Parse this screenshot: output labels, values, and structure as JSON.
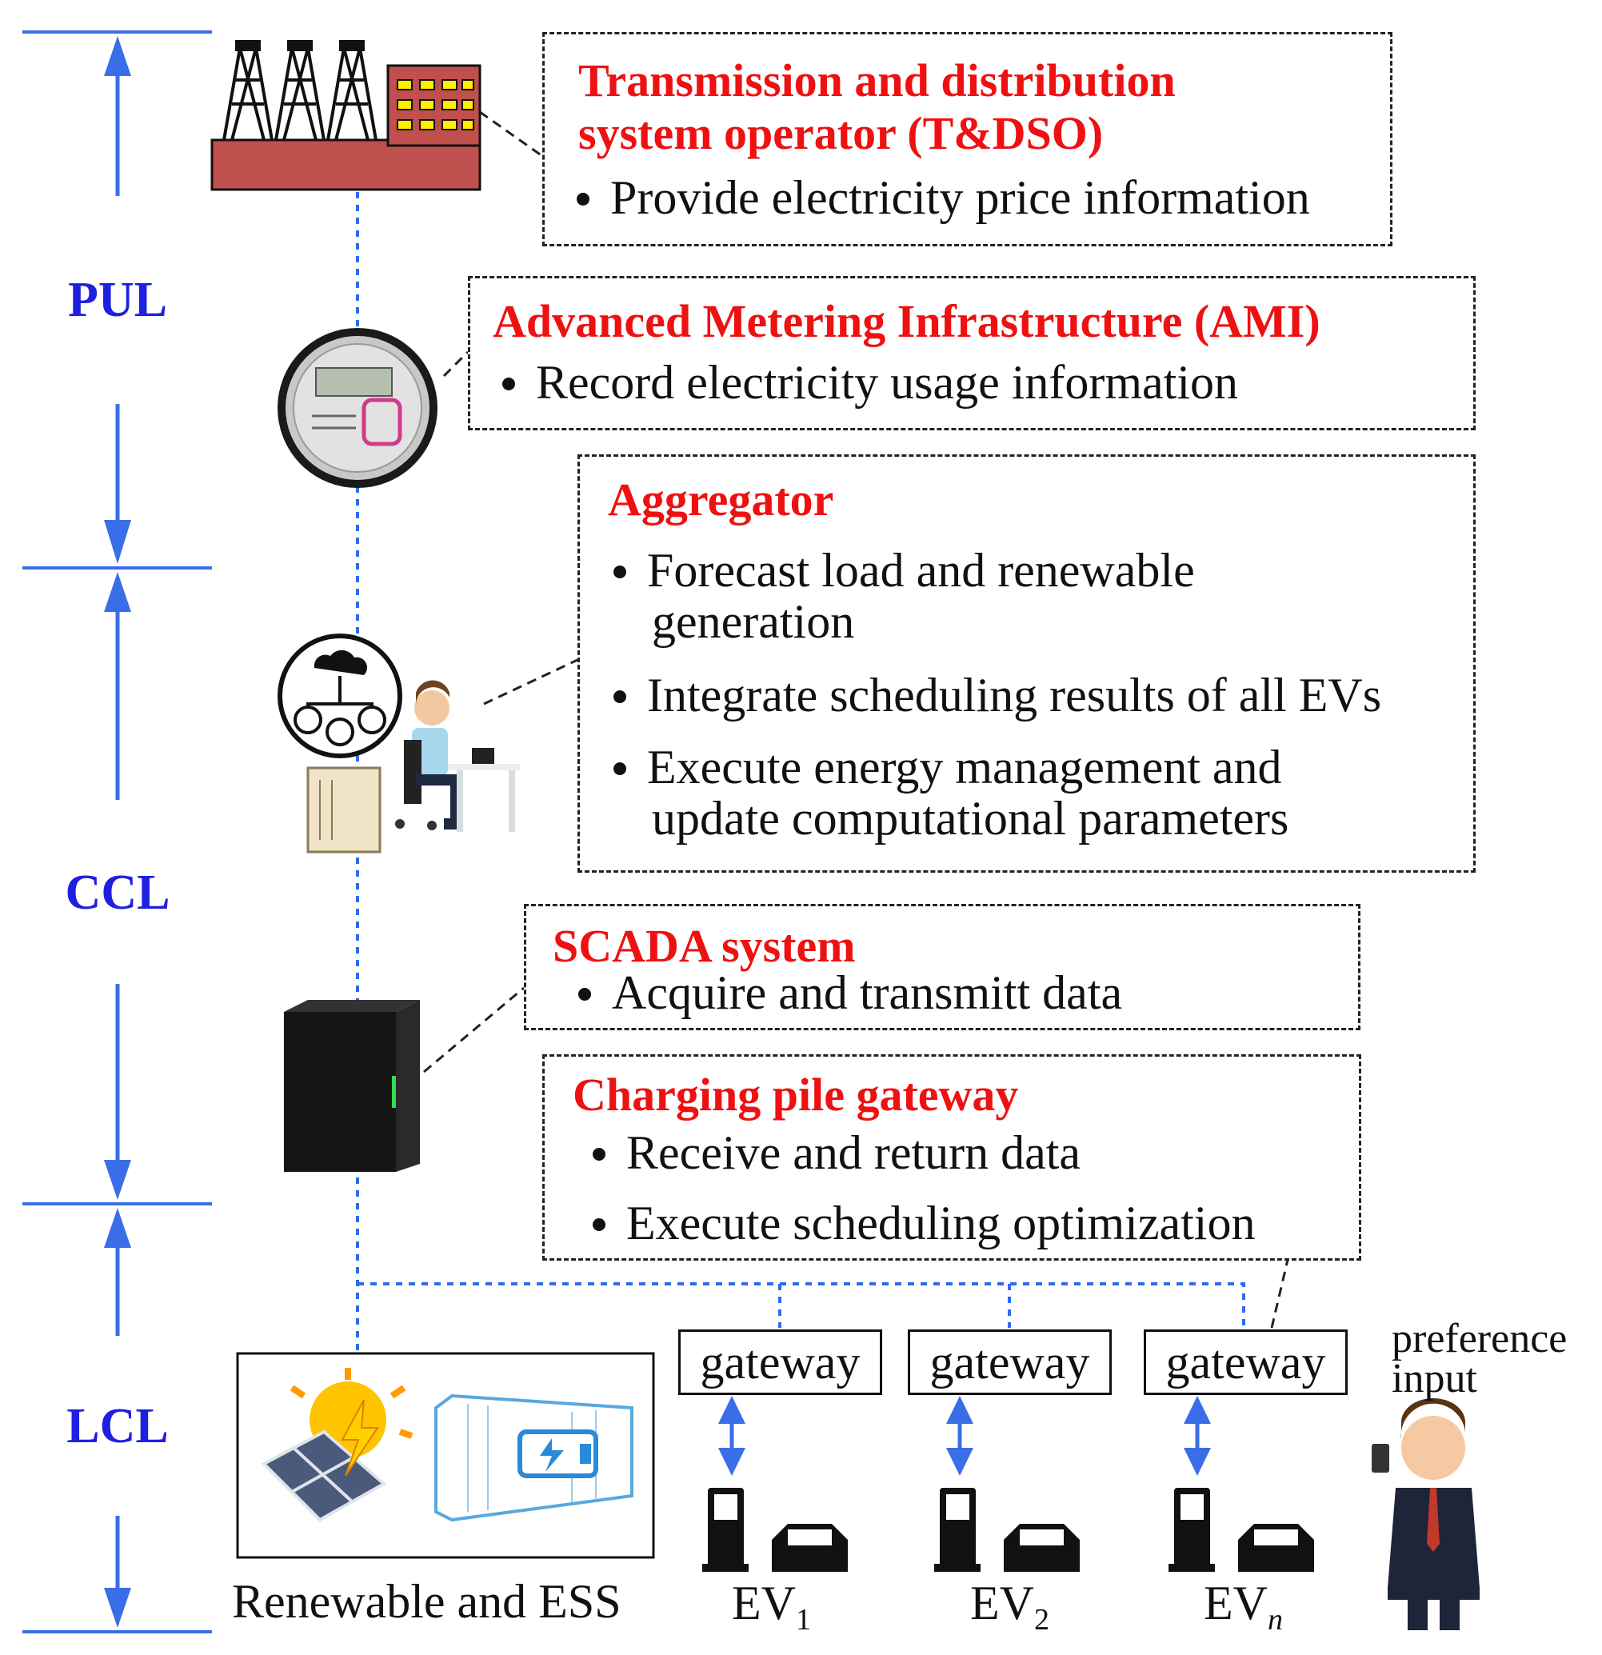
{
  "layers": {
    "pul": "PUL",
    "ccl": "CCL",
    "lcl": "LCL"
  },
  "boxes": {
    "tdso": {
      "title_line1": "Transmission and distribution",
      "title_line2": "system operator (T&DSO)",
      "bullets": [
        "Provide electricity price information"
      ]
    },
    "ami": {
      "title": "Advanced Metering Infrastructure (AMI)",
      "bullets": [
        "Record electricity usage information"
      ]
    },
    "aggregator": {
      "title": "Aggregator",
      "bullet1_line1": "Forecast load and renewable",
      "bullet1_line2": "generation",
      "bullet2": "Integrate scheduling results of all EVs",
      "bullet3_line1": "Execute energy management and",
      "bullet3_line2": "update computational parameters"
    },
    "scada": {
      "title": "SCADA system",
      "bullets": [
        "Acquire and transmitt data"
      ]
    },
    "gateway_box": {
      "title": "Charging pile gateway",
      "bullets": [
        "Receive and return data",
        "Execute scheduling optimization"
      ]
    }
  },
  "gateways": [
    "gateway",
    "gateway",
    "gateway"
  ],
  "ev_labels": [
    {
      "base": "EV",
      "sub": "1"
    },
    {
      "base": "EV",
      "sub": "2"
    },
    {
      "base": "EV",
      "sub": "n"
    }
  ],
  "renewable_caption": "Renewable and ESS",
  "preference_line1": "preference",
  "preference_line2": "input",
  "colors": {
    "layer_text": "#1f1fe0",
    "title_text": "#ee1111",
    "arrow": "#3a6ee8",
    "connector": "#2f6bf0",
    "factory": "#c0504d"
  },
  "icons": [
    "power-plant-icon",
    "smart-meter-icon",
    "cloud-network-icon",
    "operator-at-desk-icon",
    "server-tower-icon",
    "solar-panel-icon",
    "battery-container-icon",
    "ev-charger-icon",
    "car-icon",
    "person-with-phone-icon"
  ]
}
